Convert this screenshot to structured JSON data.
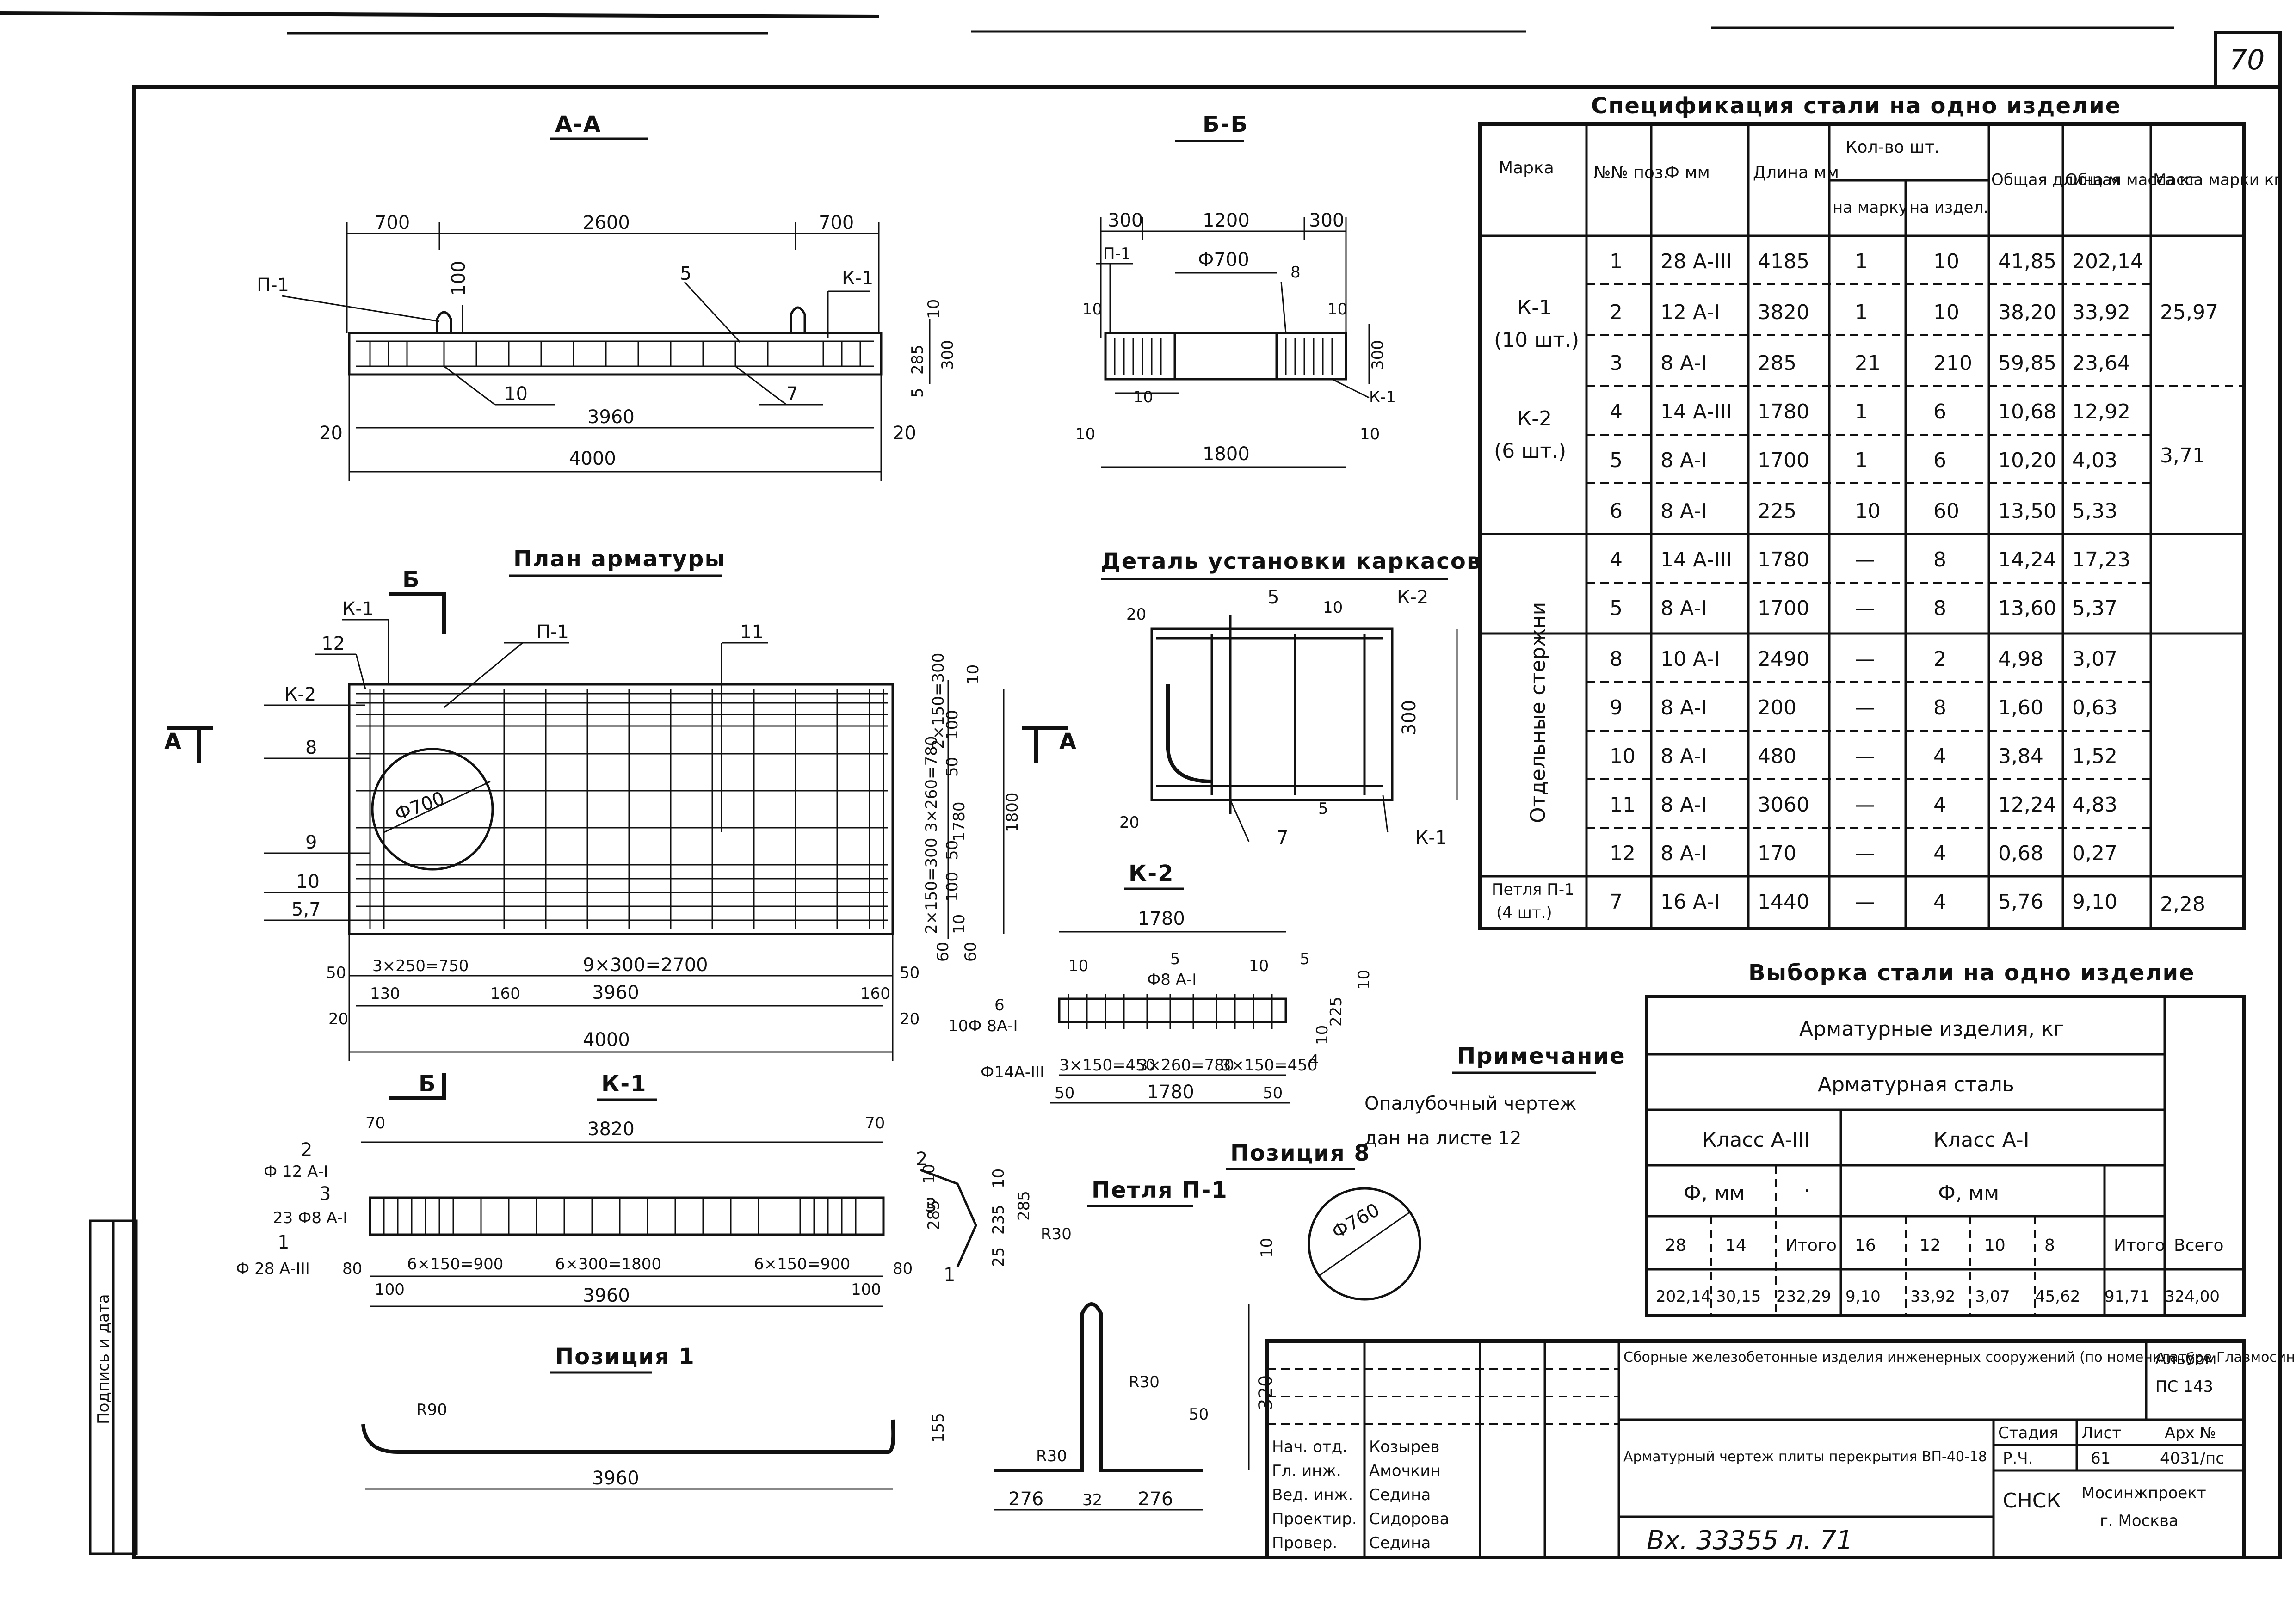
{
  "sheet": {
    "number": "70"
  },
  "view_aa": {
    "title": "А-А",
    "dims_top": [
      "700",
      "2600",
      "700"
    ],
    "dim_inner": "3960",
    "dim_total": "4000",
    "edge": "20",
    "height_dims": [
      "100",
      "285",
      "300",
      "5",
      "10"
    ],
    "tags": [
      "П-1",
      "5",
      "К-1",
      "10",
      "7"
    ]
  },
  "view_bb": {
    "title": "Б-Б",
    "dims_top": [
      "300",
      "1200",
      "300"
    ],
    "hole": "Ф700",
    "dim_total": "1800",
    "dims_side": [
      "300",
      "10"
    ],
    "tags": [
      "П-1",
      "8",
      "10",
      "К-1",
      "10",
      "10"
    ]
  },
  "plan": {
    "title": "План арматуры",
    "hole": "Ф700",
    "section_marks": [
      "Б",
      "А",
      "А",
      "Б"
    ],
    "left_tags": [
      "К-1",
      "12",
      "К-2",
      "8",
      "9",
      "10",
      "5,7"
    ],
    "top_tags": [
      "П-1",
      "11"
    ],
    "dims_bottom_1": [
      "50",
      "3×250=750",
      "9×300=2700",
      "50"
    ],
    "dims_bottom_2": [
      "130",
      "160",
      "3960",
      "160"
    ],
    "dims_bottom_3": [
      "20",
      "4000",
      "20"
    ],
    "dims_right": [
      "10",
      "2×150=300",
      "100",
      "50",
      "3×260=780",
      "1780",
      "1800",
      "50",
      "100",
      "2×150=300",
      "10",
      "60",
      "60"
    ]
  },
  "detail_ustanovki": {
    "title": "Деталь установки каркасов",
    "tags": [
      "5",
      "10",
      "К-2",
      "20",
      "300",
      "20",
      "5",
      "7",
      "К-1"
    ]
  },
  "k2": {
    "title": "К-2",
    "dims": [
      "1780",
      "5",
      "10",
      "10",
      "Ф8 А-I",
      "5",
      "6",
      "10Ф 8А-I",
      "4",
      "Ф14А-III",
      "3×150=450",
      "3×260=780",
      "3×150=450",
      "50",
      "1780",
      "50",
      "225",
      "10",
      "10"
    ]
  },
  "k1": {
    "title": "К-1",
    "dims": [
      "70",
      "3820",
      "70",
      "2",
      "Ф 12 А-I",
      "3",
      "23 Ф8 А-I",
      "1",
      "Ф 28 А-III",
      "80",
      "100",
      "6×150=900",
      "6×300=1800",
      "6×150=900",
      "100",
      "3960",
      "80",
      "10",
      "285"
    ],
    "mark_b": "Б"
  },
  "bar_end": {
    "labels": [
      "2",
      "3",
      "1",
      "10",
      "235",
      "285",
      "25"
    ]
  },
  "pos1": {
    "title": "Позиция 1",
    "radius": "R90",
    "length": "3960"
  },
  "petlya": {
    "title": "Петля П-1",
    "dims": [
      "R30",
      "R30",
      "R30",
      "320",
      "50",
      "155",
      "276",
      "32",
      "276"
    ]
  },
  "pos8": {
    "title": "Позиция 8",
    "diam": "Ф760",
    "side": "10"
  },
  "note": {
    "title": "Примечание",
    "lines": [
      "Опалубочный чертеж",
      "дан на листе 12"
    ]
  },
  "spec": {
    "title": "Спецификация стали на одно изделие",
    "headers": [
      "Марка",
      "№№ поз.",
      "Ф мм",
      "Длина мм",
      "Кол-во шт.",
      "на марку",
      "на издел.",
      "Общая длина м",
      "Общая масса кг",
      "Масса марки кг"
    ],
    "groups": [
      {
        "name": "К-1",
        "sub": "(10 шт.)",
        "mass": "25,97",
        "rows": [
          [
            "1",
            "28 А-III",
            "4185",
            "1",
            "10",
            "41,85",
            "202,14"
          ],
          [
            "2",
            "12 А-I",
            "3820",
            "1",
            "10",
            "38,20",
            "33,92"
          ],
          [
            "3",
            "8 А-I",
            "285",
            "21",
            "210",
            "59,85",
            "23,64"
          ]
        ]
      },
      {
        "name": "К-2",
        "sub": "(6 шт.)",
        "mass": "3,71",
        "rows": [
          [
            "4",
            "14 А-III",
            "1780",
            "1",
            "6",
            "10,68",
            "12,92"
          ],
          [
            "5",
            "8 А-I",
            "1700",
            "1",
            "6",
            "10,20",
            "4,03"
          ],
          [
            "6",
            "8 А-I",
            "225",
            "10",
            "60",
            "13,50",
            "5,33"
          ]
        ]
      },
      {
        "name": "Отдельные стержни",
        "sub": "",
        "mass": "",
        "rows": [
          [
            "4",
            "14 А-III",
            "1780",
            "—",
            "8",
            "14,24",
            "17,23"
          ],
          [
            "5",
            "8 А-I",
            "1700",
            "—",
            "8",
            "13,60",
            "5,37"
          ],
          [
            "8",
            "10 А-I",
            "2490",
            "—",
            "2",
            "4,98",
            "3,07"
          ],
          [
            "9",
            "8 А-I",
            "200",
            "—",
            "8",
            "1,60",
            "0,63"
          ],
          [
            "10",
            "8 А-I",
            "480",
            "—",
            "4",
            "3,84",
            "1,52"
          ],
          [
            "11",
            "8 А-I",
            "3060",
            "—",
            "4",
            "12,24",
            "4,83"
          ],
          [
            "12",
            "8 А-I",
            "170",
            "—",
            "4",
            "0,68",
            "0,27"
          ]
        ]
      },
      {
        "name": "Петля П-1",
        "sub": "(4 шт.)",
        "mass": "2,28",
        "rows": [
          [
            "7",
            "16 А-I",
            "1440",
            "—",
            "4",
            "5,76",
            "9,10"
          ]
        ]
      }
    ]
  },
  "vyborka": {
    "title": "Выборка стали на одно изделие",
    "row1": "Арматурные изделия, кг",
    "row2": "Арматурная сталь",
    "classA3": "Класс А-III",
    "classA1": "Класс А-I",
    "phi": "Ф, мм",
    "dot": "·",
    "cols": [
      "28",
      "14",
      "Итого",
      "16",
      "12",
      "10",
      "8",
      "Итого",
      "Всего"
    ],
    "vals": [
      "202,14",
      "30,15",
      "232,29",
      "9,10",
      "33,92",
      "3,07",
      "45,62",
      "91,71",
      "324,00"
    ]
  },
  "stamp": {
    "title1": "Сборные железобетонные изделия инженерных сооружений (по номенклатуре Главмосинжстроя)",
    "title2": "Арматурный чертеж плиты перекрытия ВП-40-18",
    "album_label": "Альбом",
    "album": "ПС 143",
    "stadiya": "Стадия",
    "list": "Лист",
    "arh": "Арх №",
    "list_no": "61",
    "arh_no": "4031/пс",
    "stadiya_val": "Р.Ч.",
    "org1": "СНСК",
    "org2": "Мосинжпроект",
    "org3": "г. Москва",
    "people": [
      [
        "Нач. отд.",
        "Козырев"
      ],
      [
        "Гл. инж.",
        "Амочкин"
      ],
      [
        "Вед. инж.",
        "Седина"
      ],
      [
        "Проектир.",
        "Сидорова"
      ],
      [
        "Провер.",
        "Седина"
      ]
    ],
    "inv": "Вх. 33355 л. 71"
  },
  "side_stamp": {
    "label": "Подпись и дата"
  }
}
